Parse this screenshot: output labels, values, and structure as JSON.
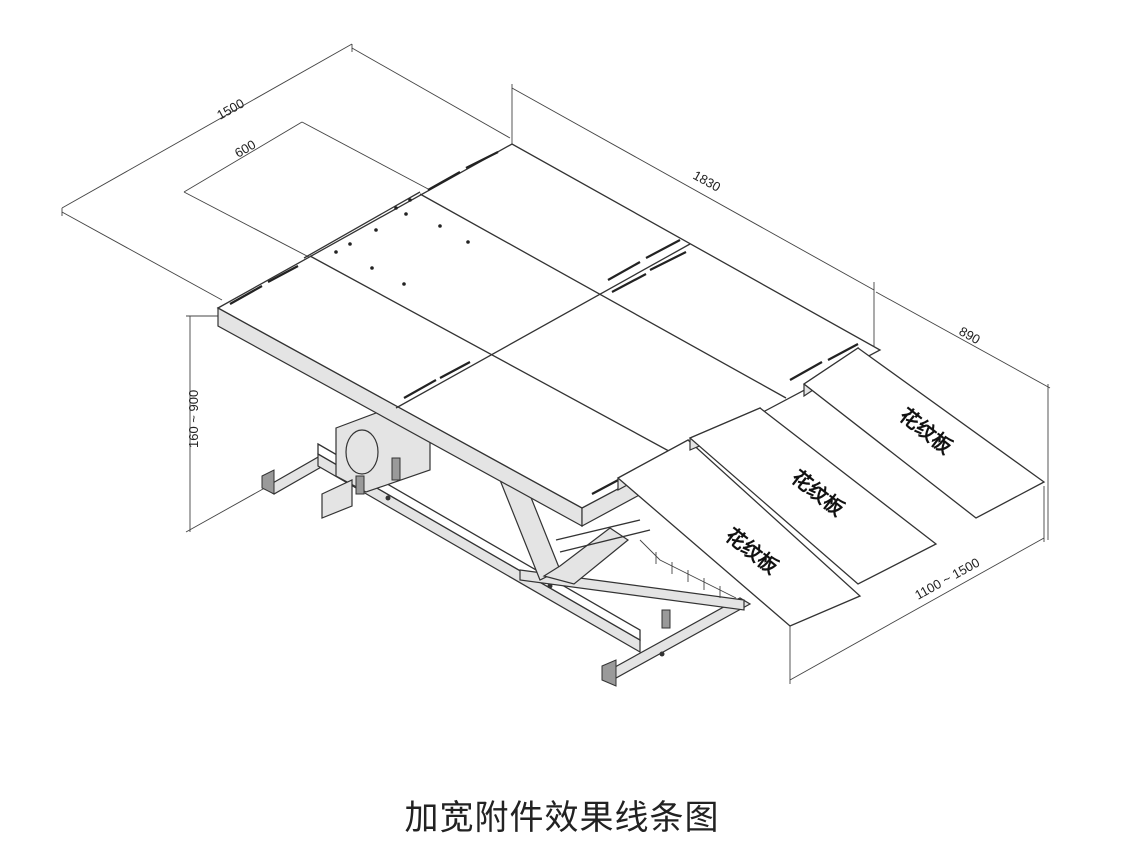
{
  "figure": {
    "caption": "加宽附件效果线条图",
    "dimensions": {
      "overall_width": "1500",
      "platform_width": "600",
      "platform_length": "1830",
      "ramp_length": "890",
      "ramp_spacing": "1100 ~ 1500",
      "height_range": "160 ~ 900"
    },
    "plates": [
      {
        "label": "花纹板"
      },
      {
        "label": "花纹板"
      },
      {
        "label": "花纹板"
      }
    ],
    "colors": {
      "line": "#333333",
      "surface": "#ffffff",
      "shade": "#e4e4e4",
      "text": "#222222"
    }
  }
}
